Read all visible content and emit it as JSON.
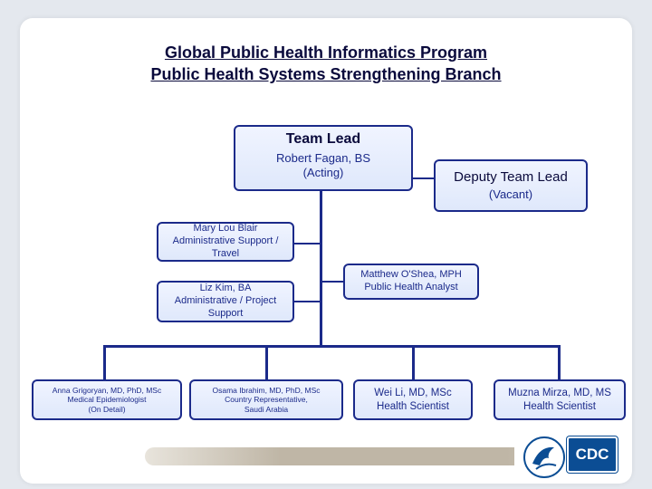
{
  "title": {
    "line1": "Global Public Health Informatics Program",
    "line2": "Public Health Systems Strengthening Branch"
  },
  "team_lead": {
    "role": "Team Lead",
    "name": "Robert Fagan, BS",
    "note": "(Acting)"
  },
  "deputy": {
    "role": "Deputy Team Lead",
    "note": "(Vacant)"
  },
  "admin_travel": {
    "line1": "Mary Lou Blair",
    "line2": "Administrative Support /",
    "line3": "Travel"
  },
  "admin_project": {
    "line1": "Liz Kim, BA",
    "line2": "Administrative / Project",
    "line3": "Support"
  },
  "analyst": {
    "line1": "Matthew O'Shea, MPH",
    "line2": "Public Health Analyst"
  },
  "staff": [
    {
      "line1": "Anna Grigoryan, MD, PhD, MSc",
      "line2": "Medical Epidemiologist",
      "line3": "(On Detail)"
    },
    {
      "line1": "Osama Ibrahim, MD, PhD, MSc",
      "line2": "Country Representative,",
      "line3": "Saudi Arabia"
    },
    {
      "line1": "Wei Li, MD, MSc",
      "line2": "Health Scientist"
    },
    {
      "line1": "Muzna Mirza, MD, MS",
      "line2": "Health Scientist"
    }
  ],
  "logo": {
    "cdc_text": "CDC"
  },
  "colors": {
    "box_border": "#1b2a8a",
    "box_text": "#1b2a8a",
    "title_text": "#0a0a3c",
    "cdc_blue": "#0b4d94"
  }
}
